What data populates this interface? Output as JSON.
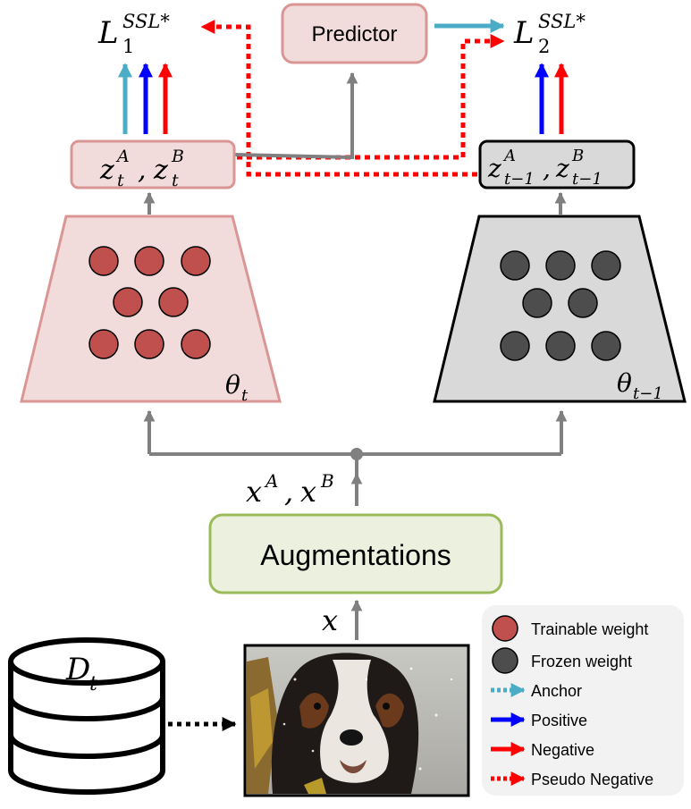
{
  "losses": {
    "loss1": {
      "base": "L",
      "sub": "1",
      "sup": "SSL*"
    },
    "loss2": {
      "base": "L",
      "sub": "2",
      "sup": "SSL*"
    }
  },
  "predictor": {
    "label": "Predictor"
  },
  "current": {
    "embed": {
      "z": "z",
      "sub": "t",
      "supA": "A",
      "supB": "B"
    },
    "theta": {
      "base": "θ",
      "sub": "t"
    }
  },
  "previous": {
    "embed": {
      "z": "z",
      "sub": "t−1",
      "supA": "A",
      "supB": "B"
    },
    "theta": {
      "base": "θ",
      "sub": "t−1"
    }
  },
  "views": {
    "x": "x",
    "supA": "A",
    "supB": "B"
  },
  "augment": {
    "label": "Augmentations"
  },
  "input": {
    "x": "x"
  },
  "dataset": {
    "base": "D",
    "sub": "t"
  },
  "legend": {
    "items": [
      {
        "label": "Trainable weight"
      },
      {
        "label": "Frozen weight"
      },
      {
        "label": "Anchor"
      },
      {
        "label": "Positive"
      },
      {
        "label": "Negative"
      },
      {
        "label": "Pseudo Negative"
      }
    ]
  },
  "colors": {
    "anchor": "#4bacc6",
    "positive": "#0000ff",
    "negative": "#ff0000",
    "pseudo_negative": "#ff0000",
    "trainable_node": "#c0504d",
    "frozen_node": "#4d4d4d",
    "trainable_fill": "#f2dcdb",
    "frozen_fill": "#d9d9d9",
    "augment_fill": "#ebf1de",
    "augment_border": "#9bbb59",
    "connector": "#808080"
  }
}
